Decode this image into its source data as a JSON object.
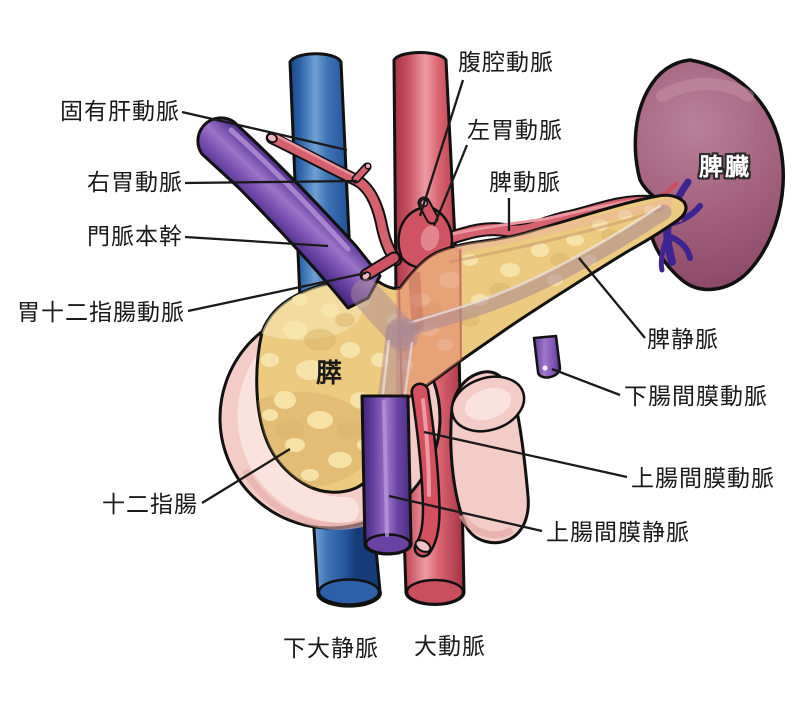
{
  "diagram": {
    "labels": {
      "celiac_artery": "腹腔動脈",
      "proper_hepatic_artery": "固有肝動脈",
      "left_gastric_artery": "左胃動脈",
      "right_gastric_artery": "右胃動脈",
      "splenic_artery": "脾動脈",
      "portal_vein_trunk": "門脈本幹",
      "gastroduodenal_artery": "胃十二指腸動脈",
      "spleen": "脾臓",
      "splenic_vein": "脾静脈",
      "inferior_mesenteric_artery": "下腸間膜動脈",
      "pancreas": "膵",
      "superior_mesenteric_artery": "上腸間膜動脈",
      "duodenum": "十二指腸",
      "superior_mesenteric_vein": "上腸間膜静脈",
      "inferior_vena_cava": "下大静脈",
      "aorta": "大動脈"
    },
    "colors": {
      "artery_red": "#d5606e",
      "vein_blue": "#2f67ad",
      "portal_purple": "#7e55b0",
      "spleen_mauve": "#a4627e",
      "pancreas_tan": "#ecca80",
      "duodenum_pink": "#f3cbc7",
      "outline": "#1a1a1a",
      "background": "#ffffff"
    }
  }
}
